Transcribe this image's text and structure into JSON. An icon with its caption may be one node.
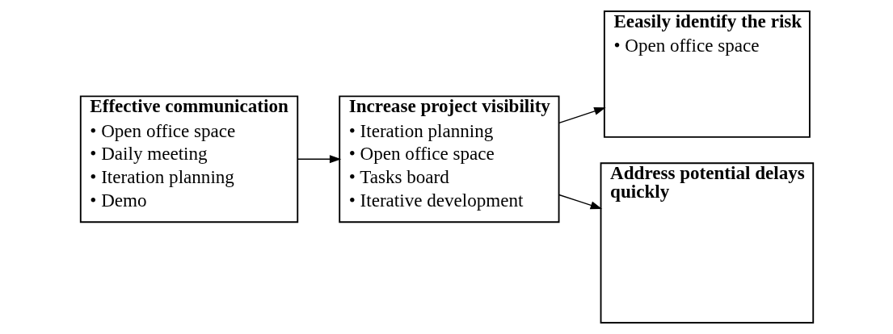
{
  "diagram": {
    "nodes": [
      {
        "text": [
          "Effective communication",
          "• Open office space",
          "• Daily meeting",
          "• Iteration planning",
          "• Demo"
        ]
      },
      {
        "text": [
          "Increase project visibility",
          "• Iteration planning",
          "• Open office space",
          "• Tasks board",
          "• Iterative development"
        ]
      },
      {
        "text": [
          "Eeasily identify the risk",
          "• Open office space"
        ]
      },
      {
        "text": [
          "Address potential delays quickly"
        ]
      }
    ],
    "edges": [
      {
        "from": 0,
        "to": 1,
        "arrow": "to"
      },
      {
        "from": 1,
        "to": 2,
        "arrow": "to"
      },
      {
        "from": 1,
        "to": 3,
        "arrow": "to"
      }
    ]
  }
}
